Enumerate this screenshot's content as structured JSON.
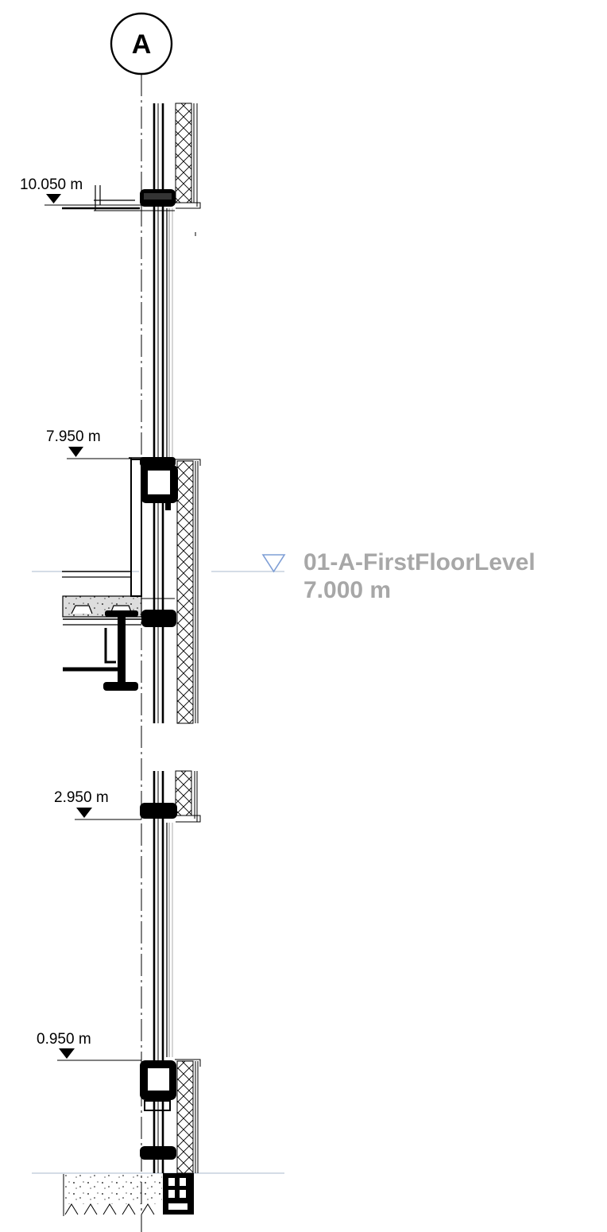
{
  "grid": {
    "label": "A"
  },
  "levels": [
    {
      "label": "10.050 m"
    },
    {
      "label": "7.950 m"
    },
    {
      "label": "2.950 m"
    },
    {
      "label": "0.950 m"
    }
  ],
  "reference_level": {
    "name": "01-A-FirstFloorLevel",
    "elevation": "7.000 m",
    "color": "#a7a7a7",
    "marker_color": "#7f9fd6"
  }
}
